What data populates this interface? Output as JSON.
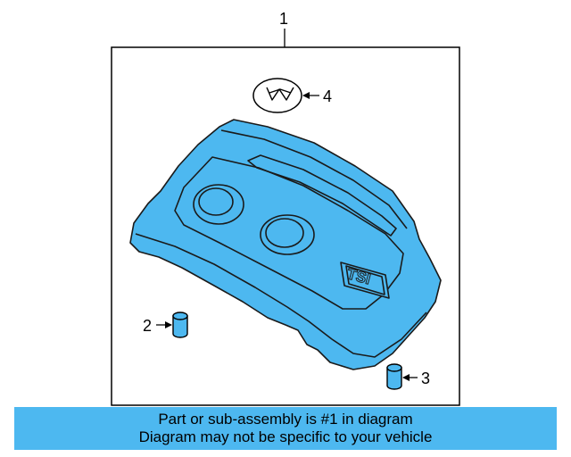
{
  "diagram": {
    "fill_color": "#4db8f0",
    "callouts": [
      {
        "id": "1",
        "label": "1"
      },
      {
        "id": "2",
        "label": "2"
      },
      {
        "id": "3",
        "label": "3"
      },
      {
        "id": "4",
        "label": "4"
      }
    ],
    "cover_emblem": "TSI"
  },
  "banner": {
    "background": "#4db8f0",
    "line1": "Part or sub-assembly is #1 in diagram",
    "line2": "Diagram may not be specific to your vehicle"
  }
}
